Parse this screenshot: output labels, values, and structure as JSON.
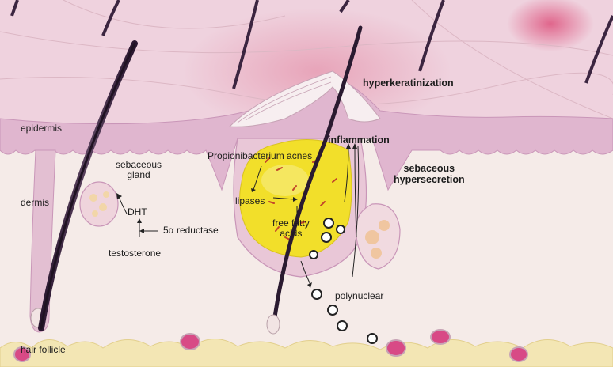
{
  "labels": {
    "hyperkeratinization": "hyperkeratinization",
    "epidermis": "epidermis",
    "inflammation": "inflammation",
    "propionibacterium": "Propionibacterium acnes",
    "sebaceous_gland": "sebaceous\ngland",
    "dermis": "dermis",
    "sebaceous_hypersecretion": "sebaceous\nhypersecretion",
    "dht": "DHT",
    "lipases": "lipases",
    "reductase": "5α reductase",
    "free_fatty_acids": "free fatty\nacids",
    "testosterone": "testosterone",
    "polynuclear": "polynuclear",
    "hair_follicle": "hair follicle"
  },
  "colors": {
    "skin_surface": "#efd0dc",
    "epidermis": "#e3b7cf",
    "dermis": "#f5ebe8",
    "sebum": "#f2df2a",
    "hair": "#3b2540",
    "fat": "#f3e6b4",
    "bacteria": "#c2462a"
  }
}
